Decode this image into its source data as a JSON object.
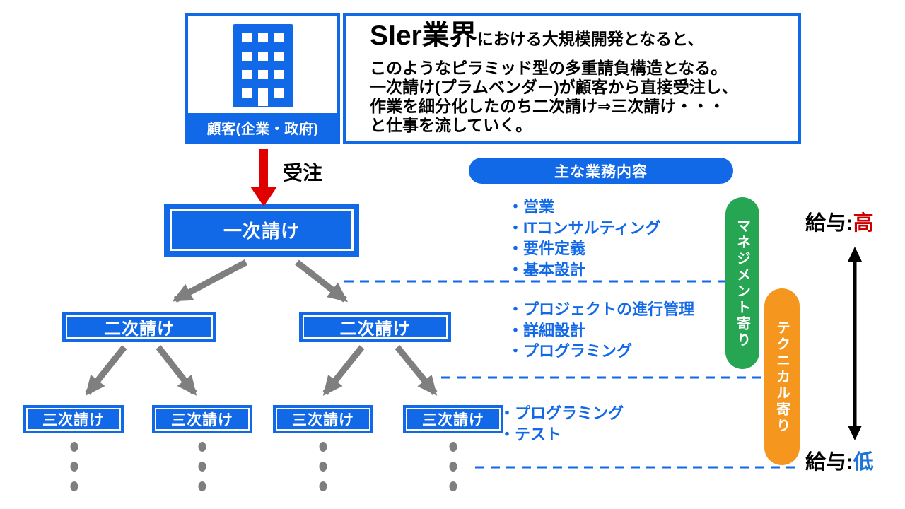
{
  "customer": {
    "label": "顧客(企業・政府)"
  },
  "description": {
    "headline": "SIer業界",
    "headline_suffix": "における大規模開発となると、",
    "line2": "このようなピラミッド型の多重請負構造となる。",
    "line3": "一次請け(プラムベンダー)が顧客から直接受注し、",
    "line4": "作業を細分化したのち二次請け⇒三次請け・・・",
    "line5": "と仕事を流していく。"
  },
  "order_label": "受注",
  "pyramid": {
    "tier1": "一次請け",
    "tier2": [
      "二次請け",
      "二次請け"
    ],
    "tier3": [
      "三次請け",
      "三次請け",
      "三次請け",
      "三次請け"
    ]
  },
  "tasks": {
    "header": "主な業務内容",
    "group1": [
      "・営業",
      "・ITコンサルティング",
      "・要件定義",
      "・基本設計"
    ],
    "group2": [
      "・プロジェクトの進行管理",
      "・詳細設計",
      "・プログラミング"
    ],
    "group3": [
      "・プログラミング",
      "・テスト"
    ]
  },
  "side_labels": {
    "management": "マネジメント寄り",
    "technical": "テクニカル寄り"
  },
  "salary": {
    "high_prefix": "給与:",
    "high_value": "高",
    "low_prefix": "給与:",
    "low_value": "低"
  },
  "colors": {
    "blue": "#1269E8",
    "green": "#26A553",
    "orange": "#F5971F",
    "red": "#E00000",
    "red-dark": "#CC0000",
    "blue-light": "#1B74D6",
    "gray": "#7F7F7F",
    "black": "#000000"
  }
}
